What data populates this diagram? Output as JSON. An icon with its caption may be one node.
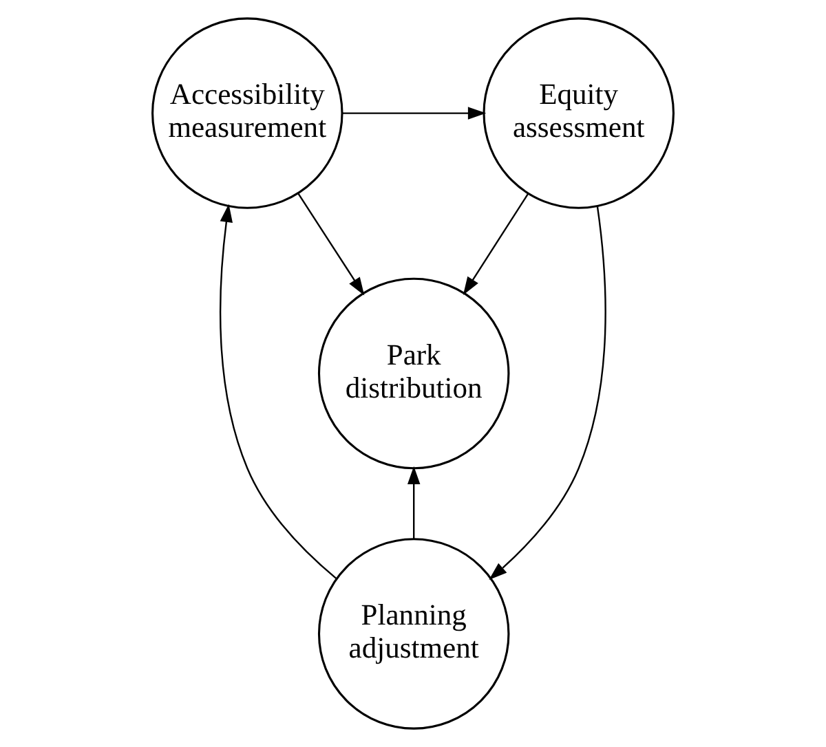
{
  "diagram": {
    "nodes": [
      {
        "text": [
          "Accessibility measurement"
        ]
      },
      {
        "text": [
          "Equity assessment"
        ]
      },
      {
        "text": [
          "Park distribution"
        ]
      },
      {
        "text": [
          "Planning adjustment"
        ]
      }
    ],
    "edges": [
      {
        "from": 0,
        "to": 1,
        "arrow": "to"
      },
      {
        "from": 0,
        "to": 2,
        "arrow": "to"
      },
      {
        "from": 1,
        "to": 2,
        "arrow": "to"
      },
      {
        "from": 1,
        "to": 3,
        "arrow": "to"
      },
      {
        "from": 3,
        "to": 0,
        "arrow": "to"
      },
      {
        "from": 3,
        "to": 2,
        "arrow": "to"
      }
    ]
  }
}
